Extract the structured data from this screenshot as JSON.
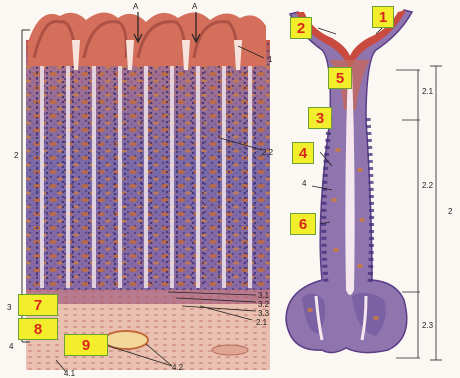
{
  "badges": {
    "b1": "1",
    "b2": "2",
    "b3": "3",
    "b4": "4",
    "b5": "5",
    "b6": "6",
    "b7": "7",
    "b8": "8",
    "b9": "9"
  },
  "left_labels": {
    "A_left": "A",
    "A_right": "A",
    "l1": "1",
    "l2": "2",
    "l22": "2.2",
    "l31": "3.1",
    "l32": "3.2",
    "l33": "3.3",
    "l21": "2.1",
    "l42": "4.2",
    "l3": "3",
    "l4": "4",
    "l41": "4.1"
  },
  "right_labels": {
    "r4": "4",
    "r21": "2.1",
    "r22": "2.2",
    "r2": "2",
    "r23": "2.3"
  },
  "colors": {
    "badge_fill": "#f2ee2c",
    "badge_border": "#6aa133",
    "badge_text": "#d9261c",
    "tissue_pink": "#e0a08c",
    "epithelium_red": "#c9483c",
    "gland_purple": "#7e6aa8",
    "crypt_lumen": "#f3e7ea"
  }
}
